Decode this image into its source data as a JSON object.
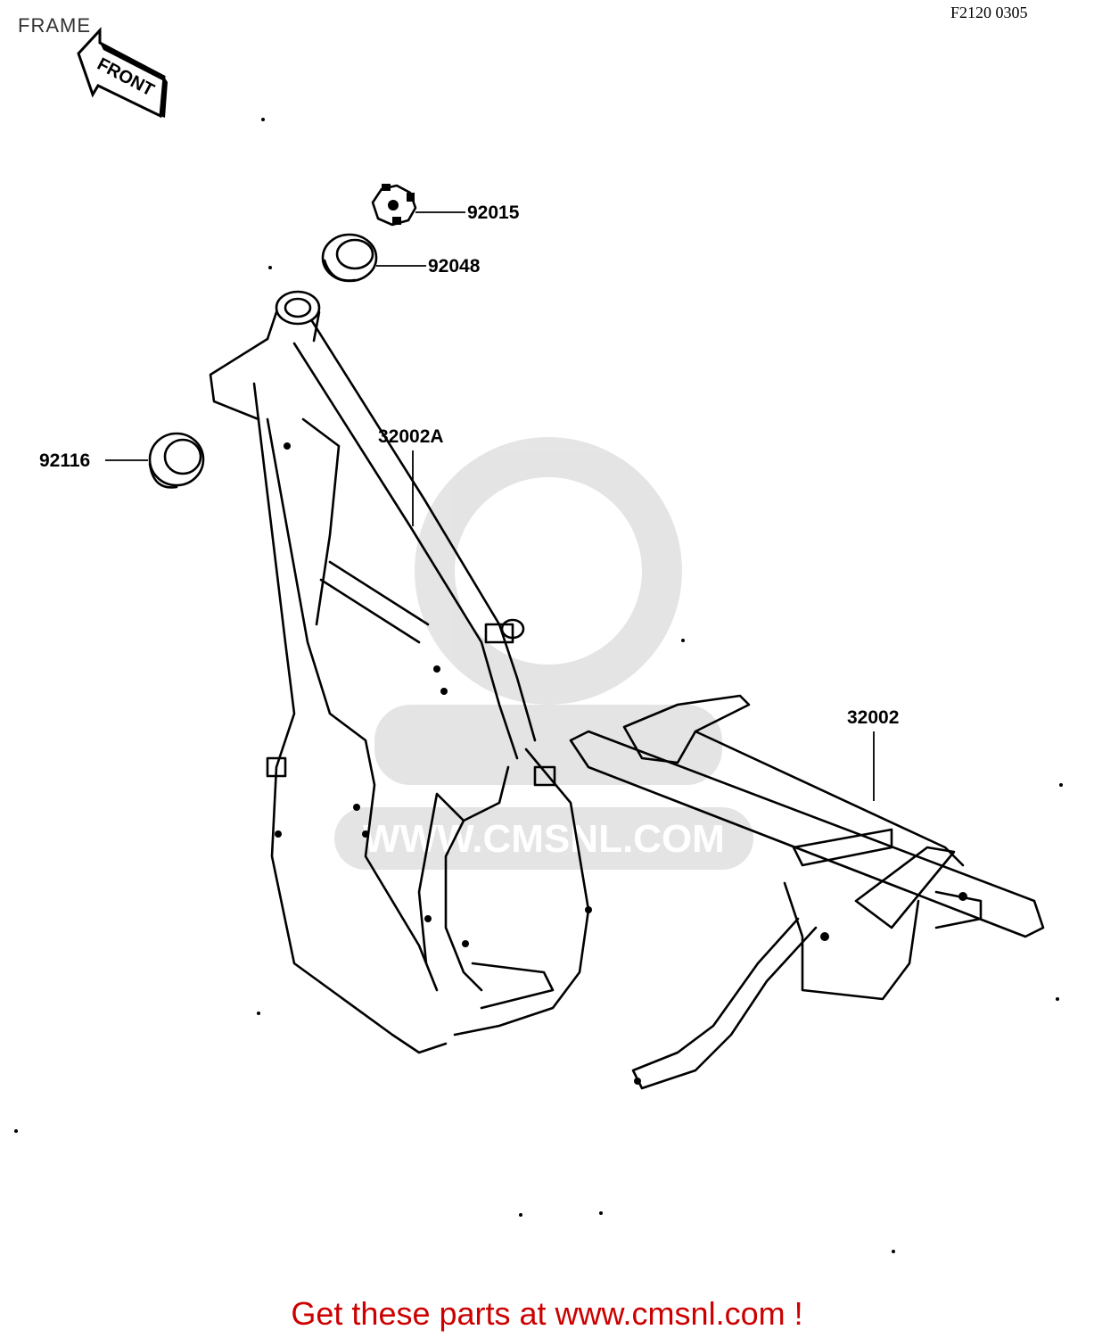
{
  "diagram": {
    "title": "FRAME",
    "reference_code": "F2120 0305",
    "front_arrow_label": "FRONT",
    "parts": [
      {
        "number": "92015",
        "name": "nut"
      },
      {
        "number": "92048",
        "name": "bearing-race"
      },
      {
        "number": "92116",
        "name": "bearing"
      },
      {
        "number": "32002A",
        "name": "main-frame"
      },
      {
        "number": "32002",
        "name": "rear-frame"
      }
    ],
    "watermark_text": "WWW.CMSNL.COM"
  },
  "footer": {
    "link_text": "Get these parts at www.cmsnl.com !",
    "link_color": "#cc0000"
  }
}
